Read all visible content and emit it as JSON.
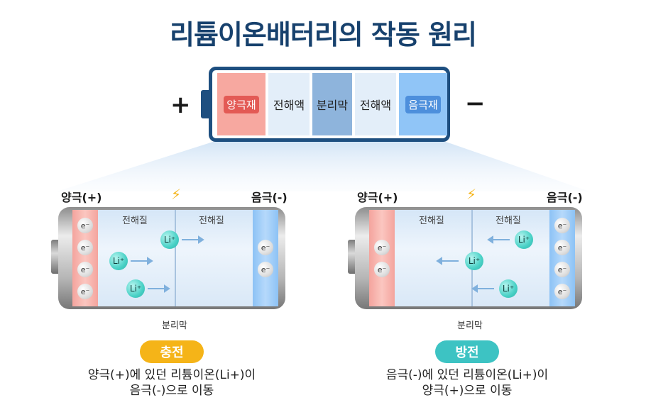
{
  "title": "리튬이온배터리의 작동 원리",
  "top_battery": {
    "plus": "+",
    "minus": "−",
    "cells": [
      "양극재",
      "전해액",
      "분리막",
      "전해액",
      "음극재"
    ]
  },
  "charge_panel": {
    "cathode_label": "양극(+)",
    "anode_label": "음극(-)",
    "electrolyte_left": "전해질",
    "electrolyte_right": "전해질",
    "separator_label": "분리막",
    "electron": "e⁻",
    "lithium": "Li⁺",
    "badge": "충전",
    "desc_line1": "양극(+)에 있던 리튬이온(Li+)이",
    "desc_line2": "음극(-)으로 이동"
  },
  "discharge_panel": {
    "cathode_label": "양극(+)",
    "anode_label": "음극(-)",
    "electrolyte_left": "전해질",
    "electrolyte_right": "전해질",
    "separator_label": "분리막",
    "electron": "e⁻",
    "lithium": "Li⁺",
    "badge": "방전",
    "desc_line1": "음극(-)에 있던 리튬이온(Li+)이",
    "desc_line2": "양극(+)으로 이동"
  },
  "colors": {
    "title": "#17416d",
    "battery_frame": "#1e4f80",
    "cathode": "#f7a8a0",
    "anode": "#90c5f7",
    "lithium_ion": "#49d1c6",
    "charge_badge": "#f5b418",
    "discharge_badge": "#3dc3c3",
    "bolt": "#f5b418"
  },
  "icons": [
    "lightning-bolt-icon",
    "arrow-right-icon",
    "arrow-left-icon"
  ]
}
